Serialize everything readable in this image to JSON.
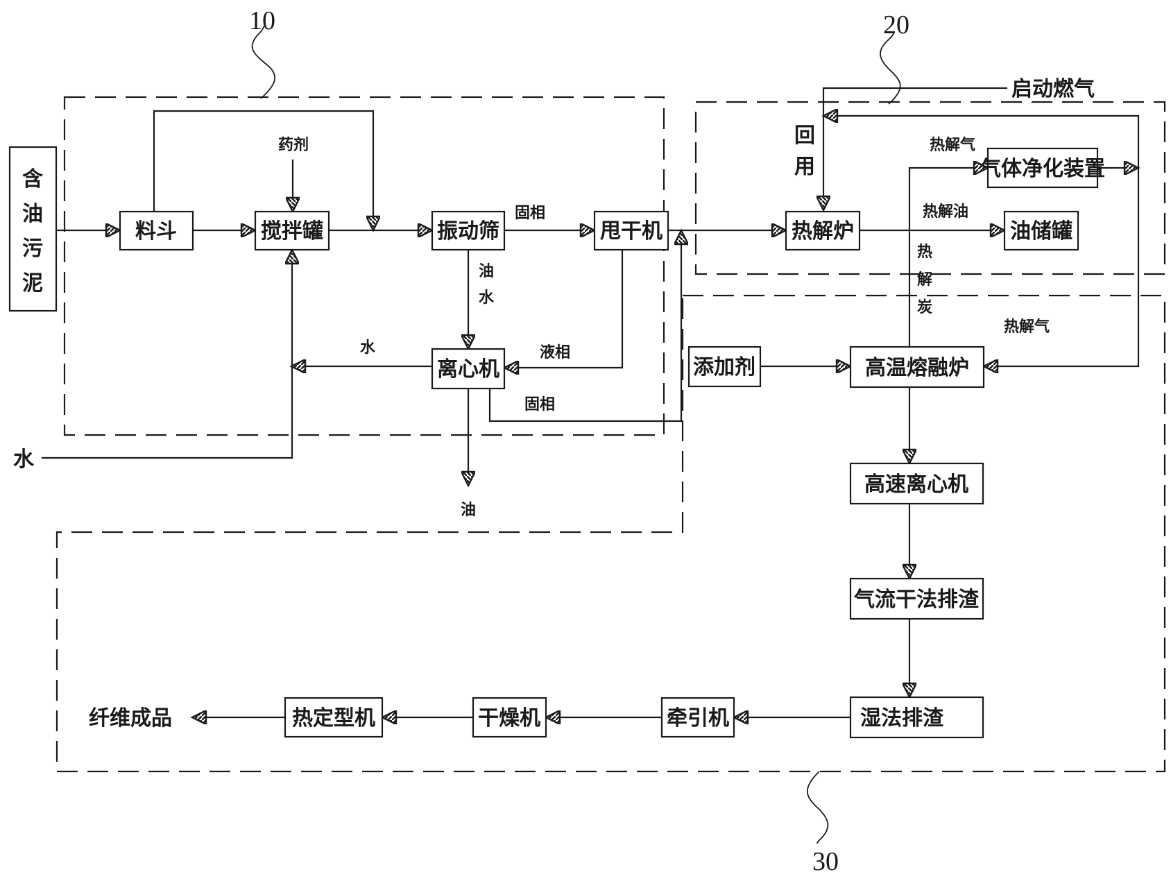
{
  "refs": {
    "r10": "10",
    "r20": "20",
    "r30": "30"
  },
  "inputs": {
    "sludge": [
      "含",
      "油",
      "污",
      "泥"
    ],
    "water_in": "水",
    "start_gas": "启动燃气"
  },
  "boxes": {
    "hopper": "料斗",
    "mixer": "搅拌罐",
    "vibrating_screen": "振动筛",
    "spin_dryer": "甩干机",
    "centrifuge": "离心机",
    "pyrolysis_furnace": "热解炉",
    "gas_purifier": "气体净化装置",
    "oil_storage_tank": "油储罐",
    "additive": "添加剂",
    "melting_furnace": "高温熔融炉",
    "high_speed_centrifuge": "高速离心机",
    "airflow_dry_slag": "气流干法排渣",
    "wet_slag": "湿法排渣",
    "tractor": "牵引机",
    "dryer": "干燥机",
    "heat_setting": "热定型机"
  },
  "labels": {
    "chemicals": "药剂",
    "solid_1": "固相",
    "oil_water": [
      "油",
      "水"
    ],
    "liquid": "液相",
    "water_return": "水",
    "solid_2": "固相",
    "oil_out": "油",
    "reuse": [
      "回",
      "用"
    ],
    "pyro_gas_1": "热解气",
    "pyro_oil": "热解油",
    "pyro_char": [
      "热",
      "解",
      "炭"
    ],
    "pyro_gas_2": "热解气",
    "product": "纤维成品"
  },
  "colors": {
    "stroke": "#1a1a1a",
    "background": "#ffffff",
    "arrowhead": "#1a1a1a"
  }
}
